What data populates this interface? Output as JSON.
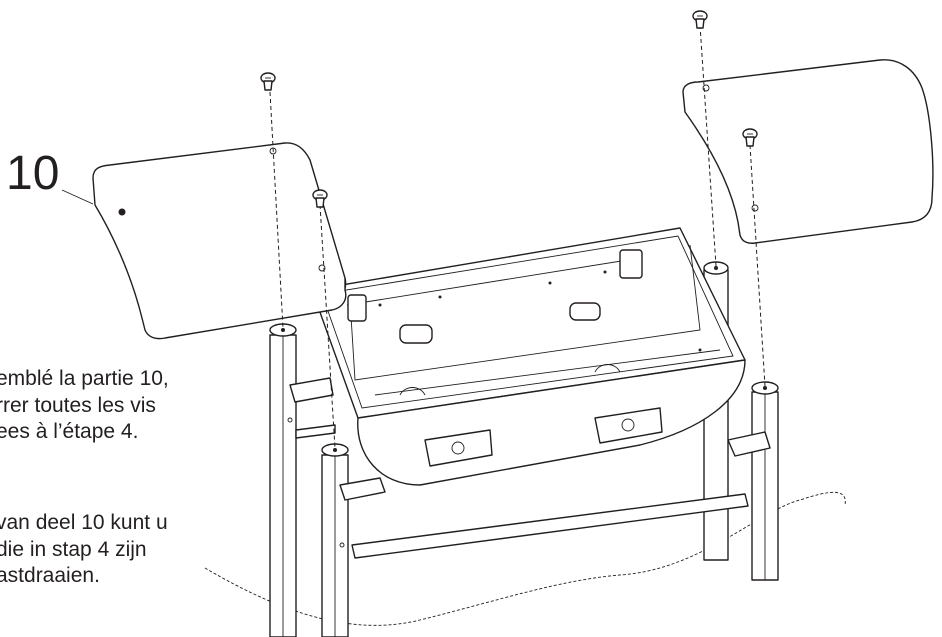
{
  "callout": {
    "part_number": "10"
  },
  "instructions": {
    "french": [
      "emblé la partie 10,",
      "rrer toutes les vis",
      "ees à l’étape 4."
    ],
    "dutch": [
      "van deel 10 kunt u",
      "die in stap 4 zijn",
      "astdraaien."
    ]
  },
  "colors": {
    "line": "#231f20",
    "background": "#ffffff"
  },
  "icons": [
    "screw-icon"
  ]
}
